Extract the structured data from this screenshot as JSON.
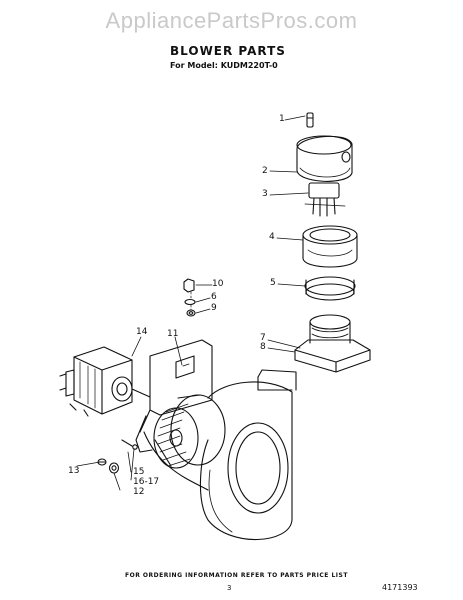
{
  "watermark": "AppliancePartsPros.com",
  "title": "BLOWER PARTS",
  "subtitle": "For Model: KUDM220T-0",
  "callouts": {
    "c1": "1",
    "c2": "2",
    "c3": "3",
    "c4": "4",
    "c5": "5",
    "c7": "7",
    "c8": "8",
    "c10": "10",
    "c6": "6",
    "c9": "9",
    "c14": "14",
    "c11": "11",
    "c13": "13",
    "c15": "15",
    "c1617": "16-17",
    "c12": "12"
  },
  "footer": {
    "ordering_note": "FOR ORDERING INFORMATION REFER TO PARTS PRICE LIST",
    "page_number": "3",
    "document_number": "4171393"
  }
}
